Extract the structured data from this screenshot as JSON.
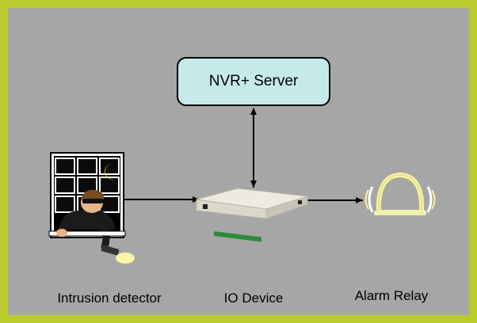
{
  "server": {
    "label": "NVR+ Server"
  },
  "nodes": {
    "intrusion_detector": "Intrusion detector",
    "io_device": "IO Device",
    "alarm_relay": "Alarm Relay"
  },
  "colors": {
    "frame": "#b9cc2c",
    "panel": "#a6a6a6",
    "server_fill": "#c6eaea",
    "connector": "#000000"
  },
  "icons": {
    "detector": "burglar-window-icon",
    "io": "io-device-icon",
    "alarm": "alarm-bell-icon"
  }
}
